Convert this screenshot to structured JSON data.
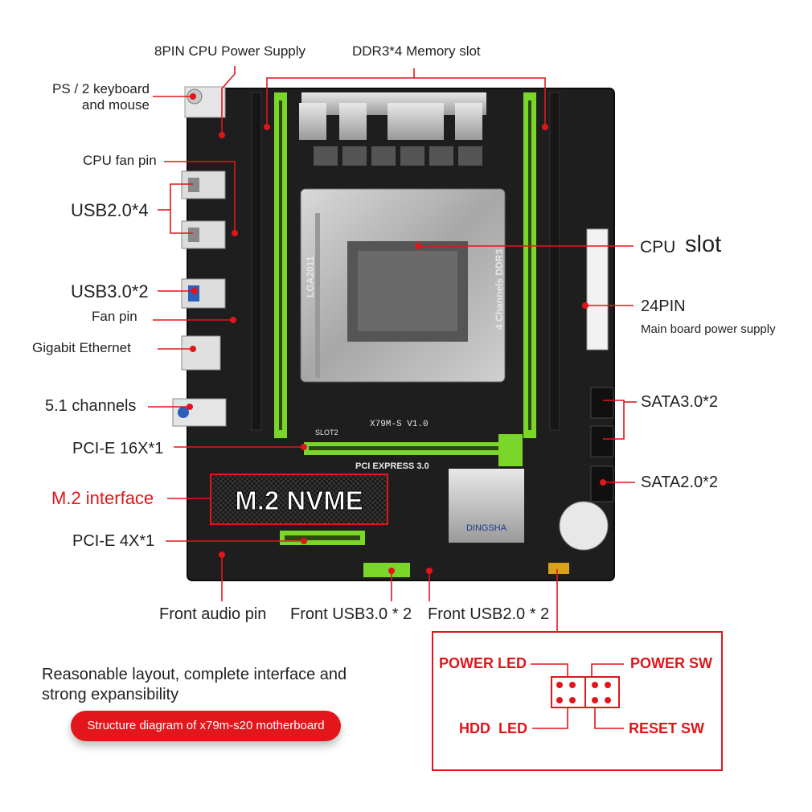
{
  "labels": {
    "cpu_power": "8PIN CPU Power Supply",
    "memory_slot": "DDR3*4 Memory slot",
    "ps2_line1": "PS / 2 keyboard",
    "ps2_line2": "and mouse",
    "cpu_fan": "CPU fan pin",
    "usb20": "USB2.0*4",
    "usb30": "USB3.0*2",
    "fan_pin": "Fan pin",
    "ethernet": "Gigabit Ethernet",
    "audio": "5.1 channels",
    "pcie16": "PCI-E 16X*1",
    "m2": "M.2 interface",
    "pcie4": "PCI-E 4X*1",
    "cpu_slot_a": "CPU",
    "cpu_slot_b": "slot",
    "pin24": "24PIN",
    "pin24_sub": "Main board power supply",
    "sata3": "SATA3.0*2",
    "sata2": "SATA2.0*2",
    "front_audio": "Front audio pin",
    "front_usb3": "Front USB3.0 * 2",
    "front_usb2": "Front USB2.0 * 2"
  },
  "board_text": {
    "lga": "LGA2011",
    "ddr3": "4 Channels DDR3",
    "model": "X79M-S  V1.0",
    "pci_express": "PCI EXPRESS 3.0",
    "m2_badge": "M.2 NVME",
    "brand": "DINGSHA",
    "slot2": "SLOT2"
  },
  "panel": {
    "power_led": "POWER LED",
    "power_sw": "POWER SW",
    "hdd_led": "HDD  LED",
    "reset_sw": "RESET SW"
  },
  "caption": {
    "line1": "Reasonable layout, complete interface and",
    "line2": "strong expansibility",
    "pill": "Structure diagram of x79m-s20 motherboard"
  },
  "colors": {
    "accent_red": "#e0161b",
    "slot_green": "#7bd62a",
    "board": "#1e1e1e"
  }
}
